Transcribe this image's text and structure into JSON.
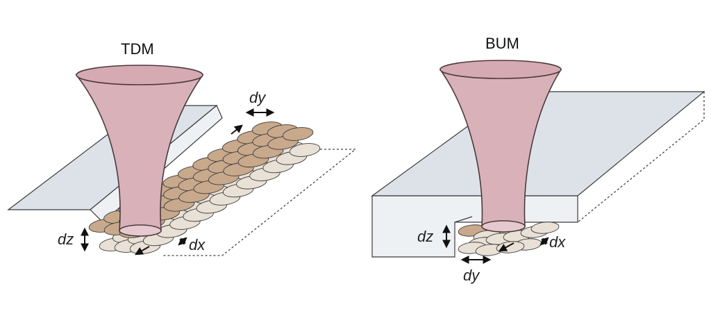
{
  "panels": {
    "tdm": {
      "title": "TDM",
      "dz": "dz",
      "dx": "dx",
      "dy": "dy"
    },
    "bum": {
      "title": "BUM",
      "dz": "dz",
      "dx": "dx",
      "dy": "dy"
    }
  },
  "colors": {
    "cone_fill": "#d9b1b9",
    "cone_stroke": "#4a3a3d",
    "slab_fill": "#dde2e9",
    "slab_side": "#eef1f4",
    "bead_dark": "#c9a98c",
    "bead_light": "#e9e1d6",
    "outline": "#3a3a3a"
  }
}
